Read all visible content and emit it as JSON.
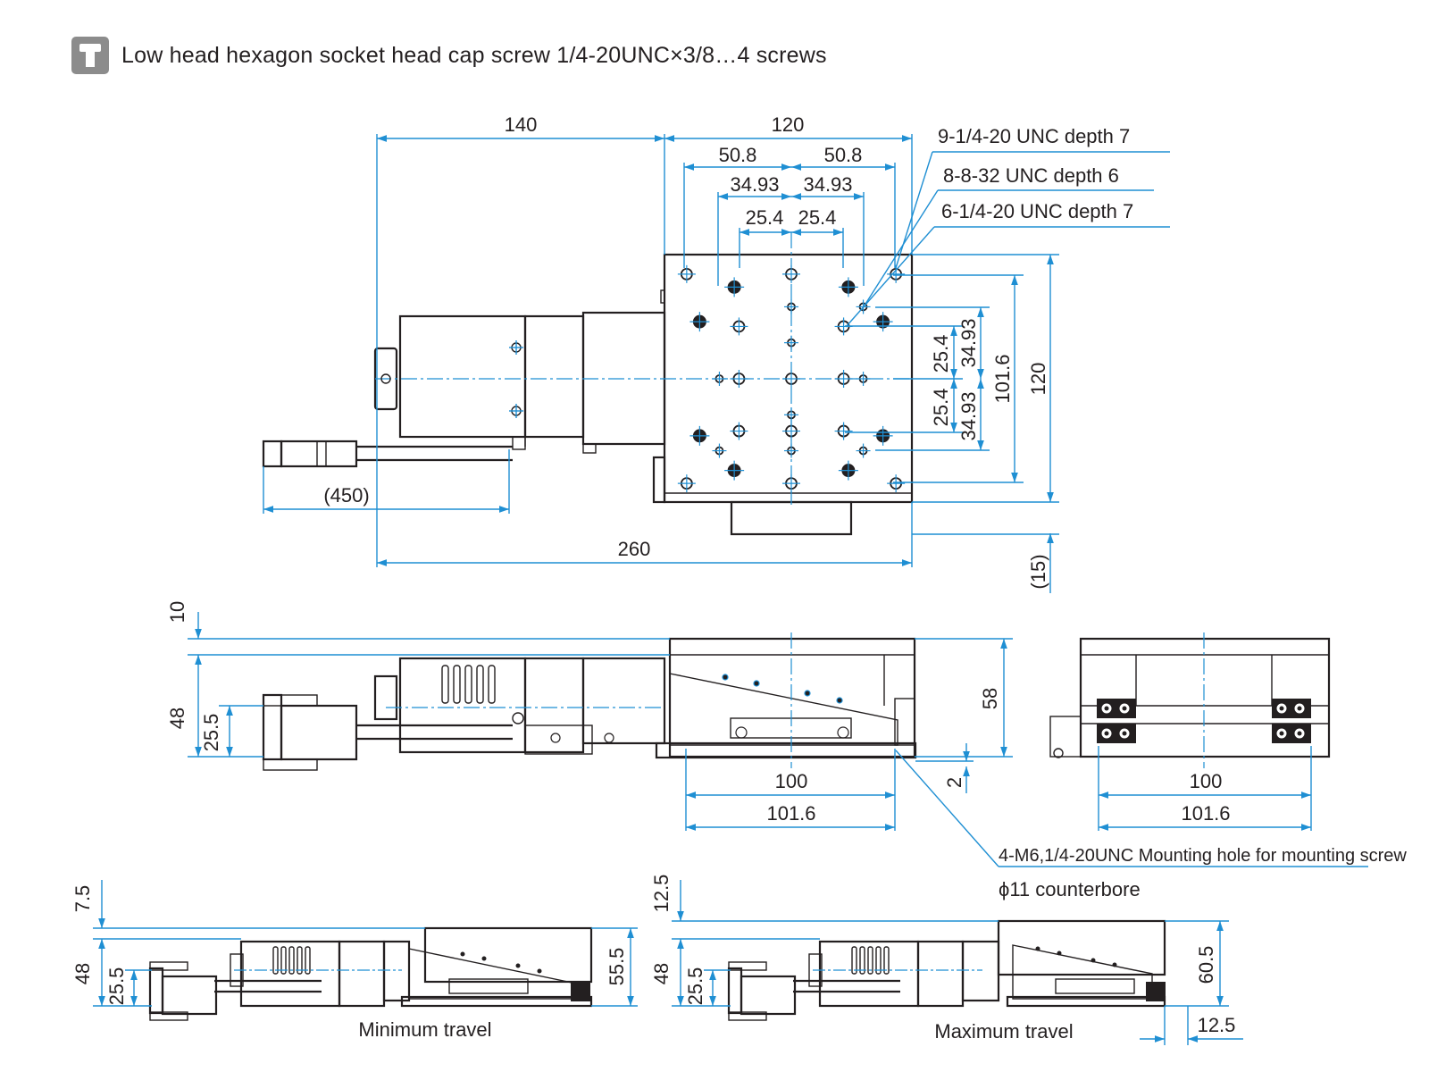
{
  "header": {
    "icon": "screw-icon",
    "text": "Low head hexagon socket head cap screw 1/4-20UNC×3/8…4 screws"
  },
  "colors": {
    "dimension": "#1f8fd3",
    "outline": "#231f20",
    "icon_bg": "#8c8c8c"
  },
  "top_view": {
    "dims": {
      "d140": "140",
      "d120": "120",
      "d508a": "50.8",
      "d508b": "50.8",
      "d3493a": "34.93",
      "d3493b": "34.93",
      "d254a": "25.4",
      "d254b": "25.4",
      "d450": "(450)",
      "d260": "260",
      "v254a": "25.4",
      "v254b": "25.4",
      "v3493a": "34.93",
      "v3493b": "34.93",
      "v1016": "101.6",
      "v120": "120",
      "v15": "(15)"
    },
    "callouts": {
      "c1": "9-1/4-20 UNC depth 7",
      "c2": "8-8-32 UNC depth 6",
      "c3": "6-1/4-20 UNC depth 7"
    }
  },
  "front_view": {
    "dims": {
      "d10": "10",
      "d48": "48",
      "d255": "25.5",
      "d58": "58",
      "d2": "2",
      "d100": "100",
      "d1016": "101.6"
    }
  },
  "side_view": {
    "dims": {
      "d100": "100",
      "d1016": "101.6"
    },
    "note1": "4-M6,1/4-20UNC Mounting hole for mounting screw",
    "note2": "ϕ11 counterbore"
  },
  "min_travel": {
    "caption": "Minimum travel",
    "dims": {
      "d75": "7.5",
      "d48": "48",
      "d255": "25.5",
      "d555": "55.5"
    }
  },
  "max_travel": {
    "caption": "Maximum travel",
    "dims": {
      "d125a": "12.5",
      "d48": "48",
      "d255": "25.5",
      "d605": "60.5",
      "d125b": "12.5"
    }
  }
}
